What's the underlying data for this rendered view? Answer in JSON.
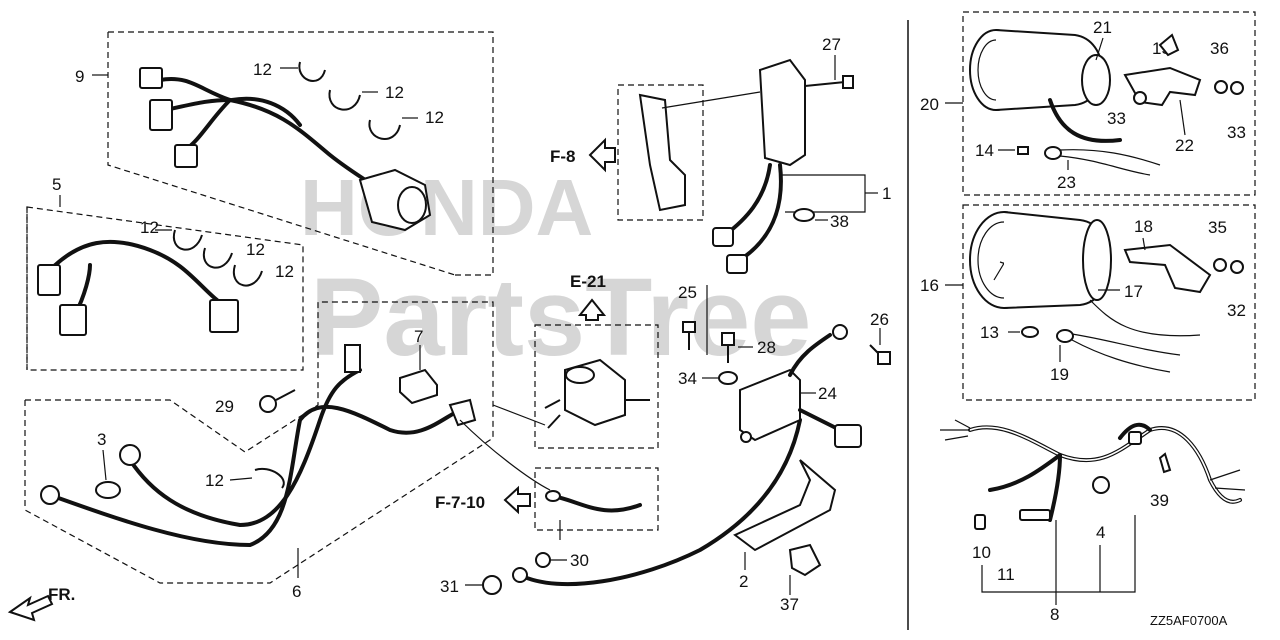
{
  "watermark": {
    "line1": "HONDA",
    "line2": "PartsTree"
  },
  "diagram_code": "ZZ5AF0700A",
  "front_marker": "FR.",
  "references": {
    "f8": "F-8",
    "e21": "E-21",
    "f710": "F-7-10"
  },
  "callouts": {
    "c1": "1",
    "c2": "2",
    "c3": "3",
    "c4": "4",
    "c5": "5",
    "c6": "6",
    "c7": "7",
    "c8": "8",
    "c9": "9",
    "c10": "10",
    "c11": "11",
    "c12a": "12",
    "c12b": "12",
    "c12c": "12",
    "c12d": "12",
    "c12e": "12",
    "c12f": "12",
    "c12g": "12",
    "c13": "13",
    "c14": "14",
    "c15": "15",
    "c16": "16",
    "c17": "17",
    "c18": "18",
    "c19": "19",
    "c20": "20",
    "c21": "21",
    "c22": "22",
    "c23": "23",
    "c24": "24",
    "c25": "25",
    "c26": "26",
    "c27": "27",
    "c28": "28",
    "c29": "29",
    "c30": "30",
    "c31": "31",
    "c32": "32",
    "c33a": "33",
    "c33b": "33",
    "c34": "34",
    "c35": "35",
    "c36": "36",
    "c37": "37",
    "c38": "38",
    "c39": "39"
  }
}
